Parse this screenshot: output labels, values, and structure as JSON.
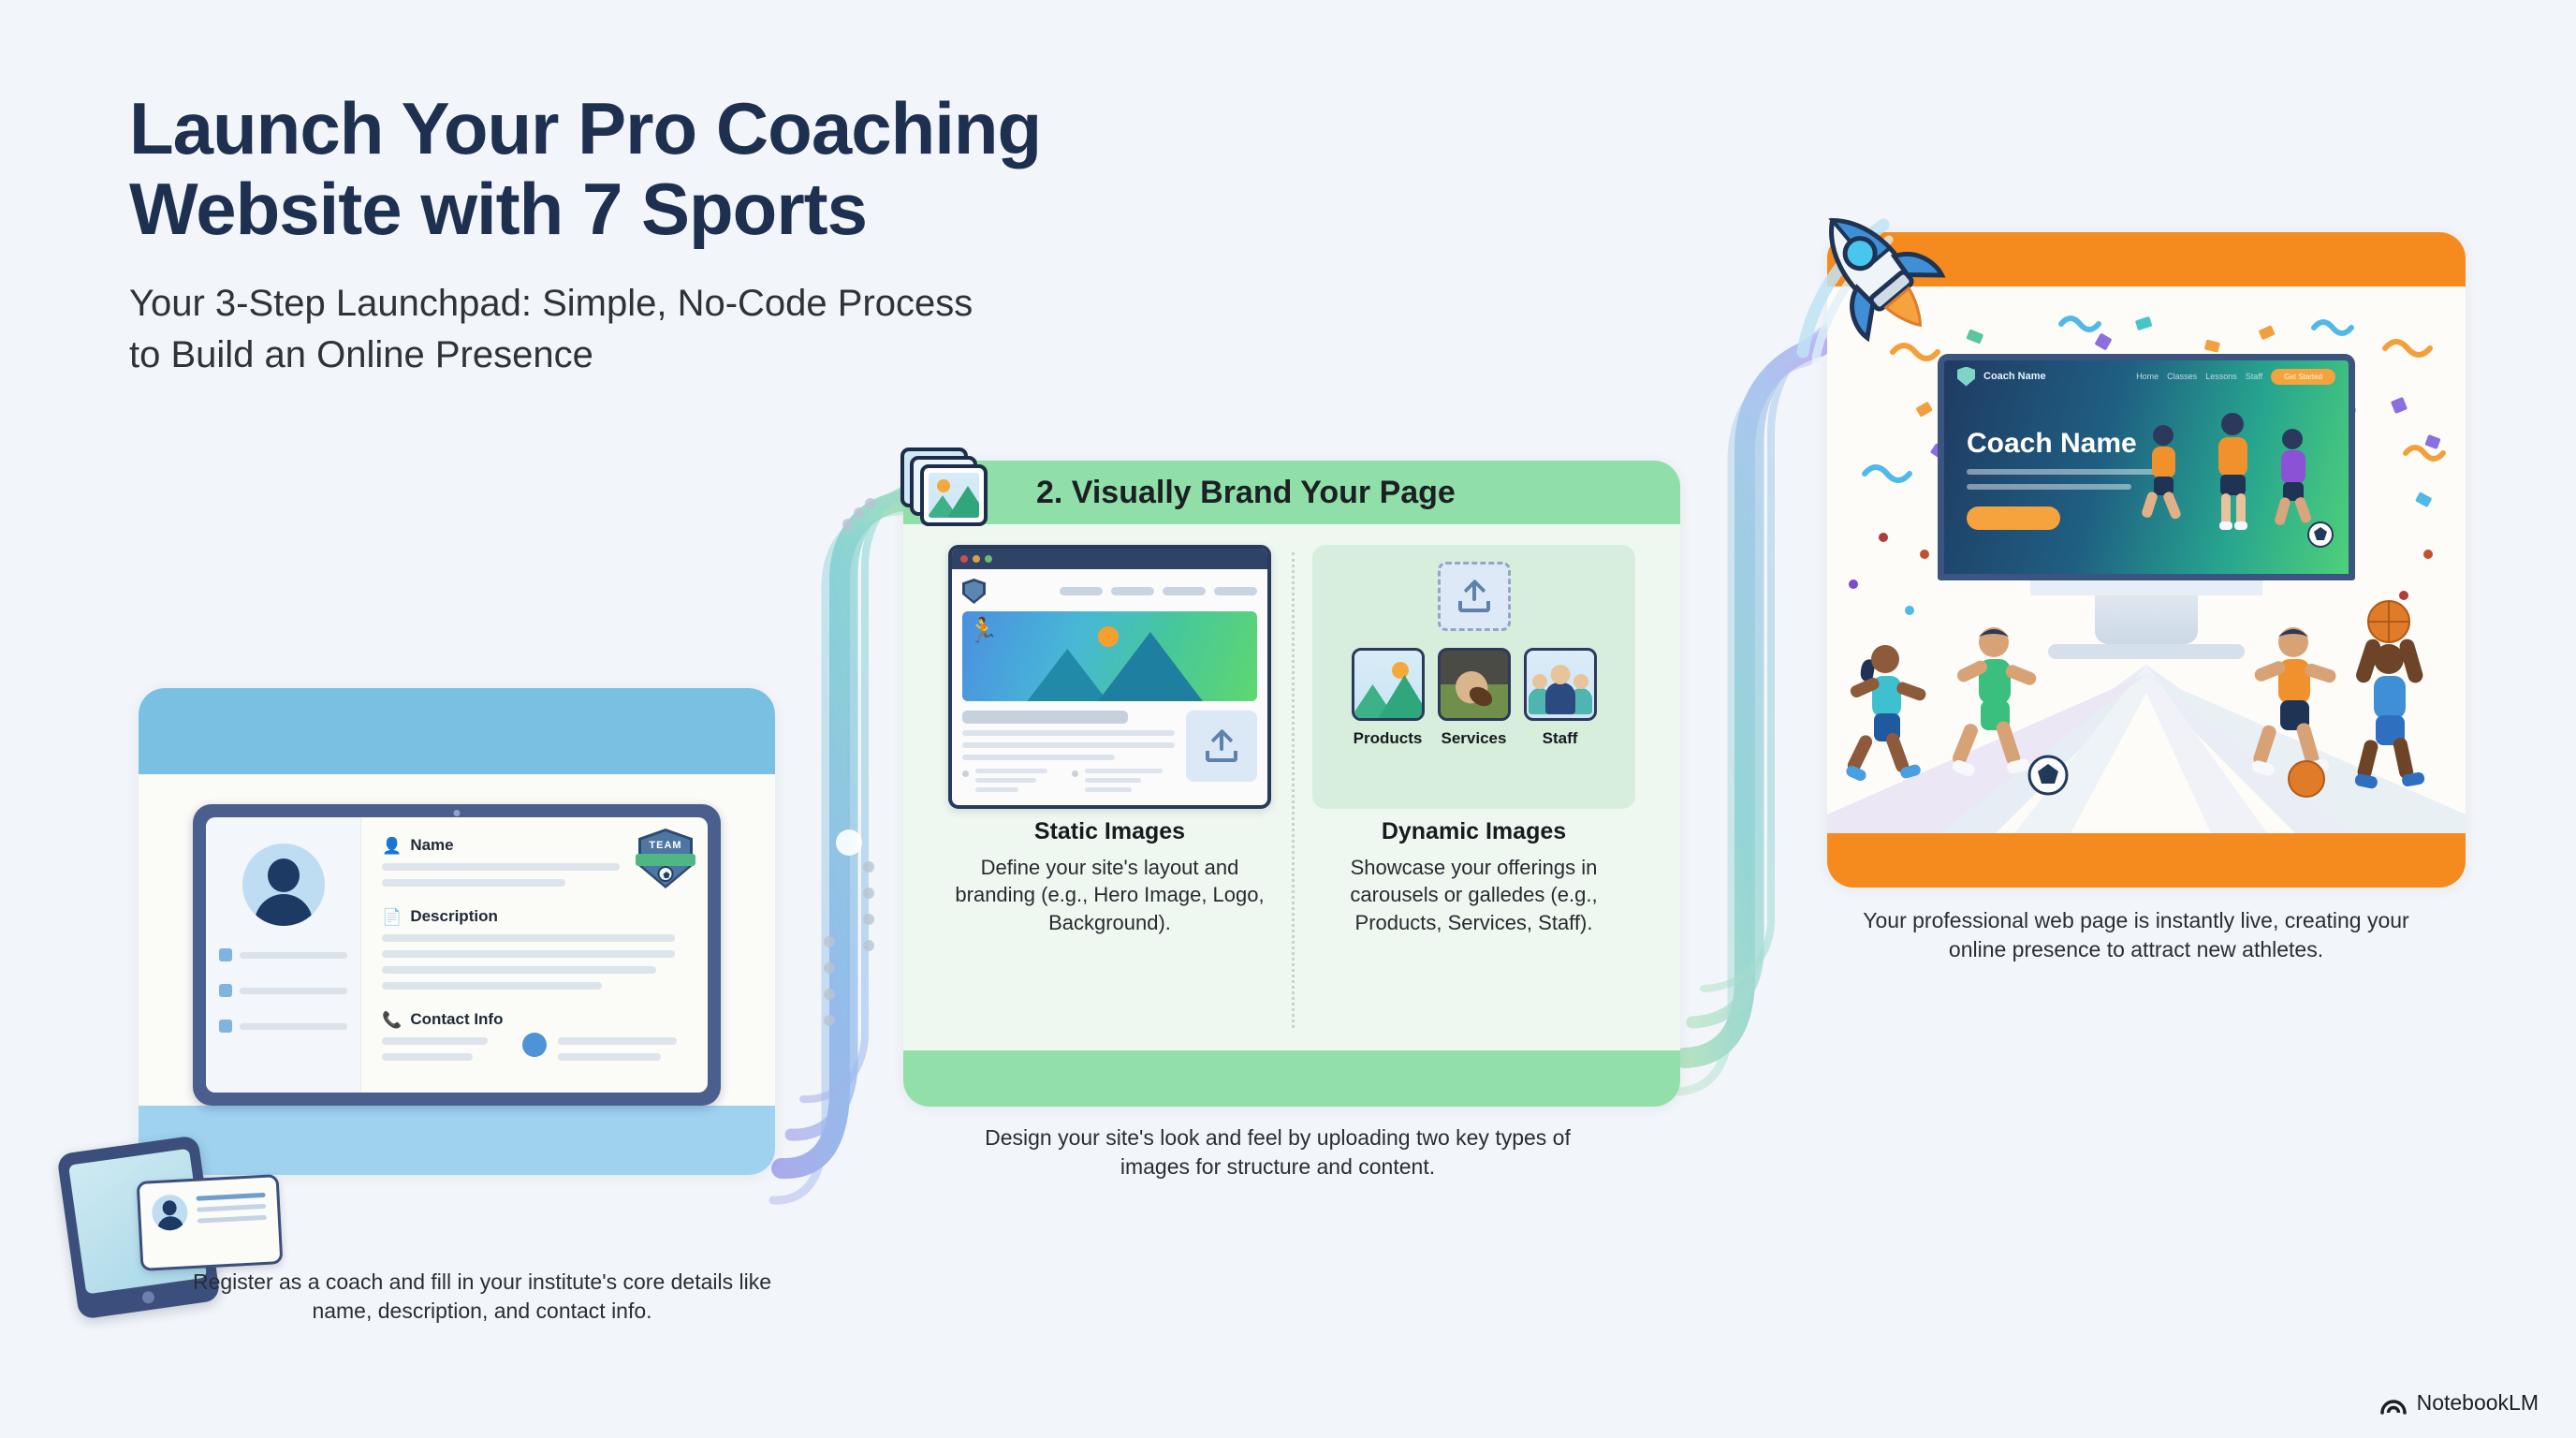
{
  "page": {
    "background": "#f2f5f9",
    "title": "Launch Your Pro Coaching Website with 7 Sports",
    "title_line1": "Launch Your Pro Coaching",
    "title_line2": "Website with 7 Sports",
    "subtitle_line1": "Your 3-Step Launchpad: Simple, No-Code Process",
    "subtitle_line2": "to Build an Online Presence",
    "title_color": "#1e3050"
  },
  "step1": {
    "accent": "#79c0e3",
    "form": {
      "name_label": "Name",
      "description_label": "Description",
      "contact_label": "Contact Info",
      "badge_text": "TEAM"
    },
    "caption": "Register as a coach and fill in your institute's core details like name, description, and contact info."
  },
  "step2": {
    "accent": "#90dfa8",
    "heading": "2. Visually Brand Your Page",
    "static": {
      "title": "Static Images",
      "description": "Define your site's layout and branding (e.g., Hero Image, Logo, Background)."
    },
    "dynamic": {
      "title": "Dynamic Images",
      "description": "Showcase your offerings in carousels or galledes (e.g., Products, Services, Staff).",
      "thumbs": [
        {
          "label": "Products"
        },
        {
          "label": "Services"
        },
        {
          "label": "Staff"
        }
      ]
    },
    "caption": "Design your site's look and feel by uploading two key types of images for structure and content."
  },
  "step3": {
    "accent": "#f58b1e",
    "site": {
      "brand": "Coach Name",
      "hero_title": "Coach Name",
      "nav_items": [
        "Home",
        "Classes",
        "Lessons",
        "Staff"
      ],
      "cta_label": "Get Started"
    },
    "caption": "Your professional web page is instantly live, creating your online presence to attract new athletes."
  },
  "watermark": {
    "label": "NotebookLM"
  }
}
